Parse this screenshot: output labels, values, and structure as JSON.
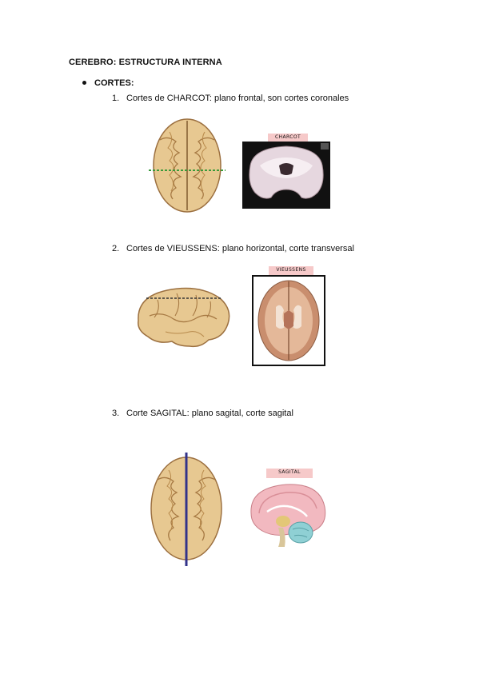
{
  "title": "CEREBRO: ESTRUCTURA INTERNA",
  "section": {
    "label": "CORTES:"
  },
  "items": [
    {
      "number": "1.",
      "text": "Cortes de CHARCOT: plano frontal, son cortes coronales",
      "tag": "CHARCOT"
    },
    {
      "number": "2.",
      "text": "Cortes de VIEUSSENS: plano horizontal, corte transversal",
      "tag": "VIEUSSENS"
    },
    {
      "number": "3.",
      "text": "Corte SAGITAL: plano sagital, corte sagital",
      "tag": "SAGITAL"
    }
  ],
  "colors": {
    "brain": "#e7c891",
    "brain_dark": "#b88a4c",
    "tag_bg": "#f6c9c9",
    "green_line": "#3a9a3a",
    "blue_line": "#33338a"
  }
}
